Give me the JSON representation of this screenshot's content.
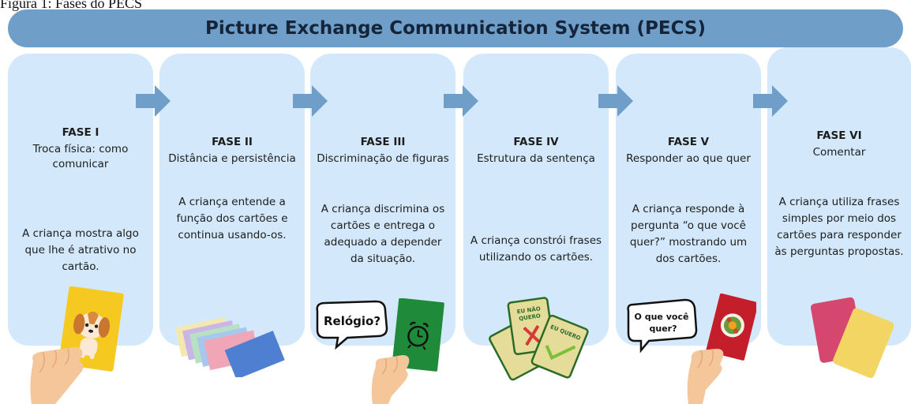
{
  "caption": "Figura 1: Fases do PECS",
  "banner": {
    "title": "Picture Exchange Communication System (PECS)"
  },
  "phases": [
    {
      "label": "FASE I",
      "subtitle_lines": [
        "Troca física: como",
        "comunicar"
      ],
      "description_lines": [
        "A criança mostra algo",
        "que lhe é atrativo no",
        "cartão."
      ]
    },
    {
      "label": "FASE II",
      "subtitle_lines": [
        "Distância e persistência"
      ],
      "description_lines": [
        "A criança entende a",
        "função dos cartões e",
        "continua usando-os."
      ]
    },
    {
      "label": "FASE III",
      "subtitle_lines": [
        "Discriminação de figuras"
      ],
      "description_lines": [
        "A criança discrimina os",
        "cartões e entrega o",
        "adequado a depender",
        "da situação."
      ]
    },
    {
      "label": "FASE IV",
      "subtitle_lines": [
        "Estrutura da sentença"
      ],
      "description_lines": [
        "A criança constrói frases",
        "utilizando os cartões."
      ]
    },
    {
      "label": "FASE V",
      "subtitle_lines": [
        "Responder ao que quer"
      ],
      "description_lines": [
        "A criança responde à",
        "pergunta “o que você",
        "quer?” mostrando um",
        "dos cartões."
      ]
    },
    {
      "label": "FASE VI",
      "subtitle_lines": [
        "Comentar"
      ],
      "description_lines": [
        "A criança utiliza frases",
        "simples por meio dos",
        "cartões para responder",
        "às perguntas propostas."
      ]
    }
  ],
  "illustrations": {
    "speech_relogio": "Relógio?",
    "card_nao_quero": [
      "EU NÃO",
      "QUERO"
    ],
    "card_quero": "EU QUERO",
    "speech_o_que": [
      "O que você",
      "quer?"
    ]
  },
  "colors": {
    "banner": "#6f9fc8",
    "card_bg": "#d3e8fa",
    "arrow": "#6f9fc8",
    "text": "#1d1d1d"
  }
}
